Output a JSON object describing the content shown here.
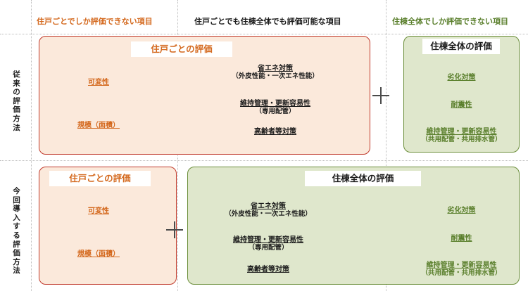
{
  "headers": {
    "col1": "住戸ごとでしか評価できない項目",
    "col2": "住戸ごとでも住棟全体でも評価可能な項目",
    "col3": "住棟全体でしか評価できない項目"
  },
  "rows": {
    "row1_label": "従来の評価方法",
    "row2_label": "今回導入する評価方法"
  },
  "top": {
    "residence_box": {
      "title": "住戸ごとの評価",
      "items_left": [
        "可変性",
        "規模（面積）"
      ],
      "items_mid": [
        {
          "main": "省エネ対策",
          "sub": "（外皮性能・一次エネ性能）"
        },
        {
          "main": "維持管理・更新容易性",
          "sub": "（専用配管）"
        },
        {
          "main": "高齢者等対策",
          "sub": ""
        }
      ]
    },
    "building_box": {
      "title": "住棟全体の評価",
      "items": [
        {
          "main": "劣化対策",
          "sub": ""
        },
        {
          "main": "耐震性",
          "sub": ""
        },
        {
          "main": "維持管理・更新容易性",
          "sub": "（共用配管・共用排水管）"
        }
      ]
    }
  },
  "bottom": {
    "residence_box": {
      "title": "住戸ごとの評価",
      "items": [
        "可変性",
        "規模（面積）"
      ]
    },
    "building_box": {
      "title": "住棟全体の評価",
      "items_mid": [
        {
          "main": "省エネ対策",
          "sub": "（外皮性能・一次エネ性能）"
        },
        {
          "main": "維持管理・更新容易性",
          "sub": "（専用配管）"
        },
        {
          "main": "高齢者等対策",
          "sub": ""
        }
      ],
      "items_right": [
        {
          "main": "劣化対策",
          "sub": ""
        },
        {
          "main": "耐震性",
          "sub": ""
        },
        {
          "main": "維持管理・更新容易性",
          "sub": "（共用配管・共用排水管）"
        }
      ]
    }
  },
  "colors": {
    "orange_text": "#d4691e",
    "green_text": "#5a7f2c",
    "residence_fill": "#fbe9db",
    "residence_border": "#c0392b",
    "building_fill": "#dfe7cc",
    "building_border": "#6b8e3a"
  },
  "icons": [
    "plus-icon",
    "plus-icon"
  ]
}
